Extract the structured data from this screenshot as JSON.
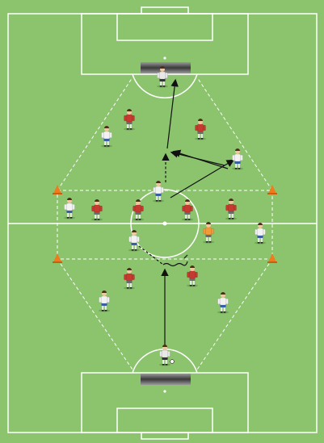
{
  "diagram": {
    "type": "football-training-drill",
    "pitch_color": "#8cc46e",
    "line_color": "#ffffff",
    "colors": {
      "white_team_shirt": "#f2f2f2",
      "white_team_shorts": "#3a5fa8",
      "red_team_shirt": "#c63b30",
      "red_team_shorts": "#6b6b6b",
      "orange_player": "#f39b3a",
      "goalkeeper": "#e8e8e8",
      "cone": "#f07a1c"
    },
    "players": [
      {
        "team": "white",
        "role": "goalkeeper",
        "icon": "player-icon"
      },
      {
        "team": "white",
        "role": "goalkeeper",
        "icon": "player-icon"
      },
      {
        "team": "white",
        "role": "outfield",
        "icon": "player-icon"
      },
      {
        "team": "white",
        "role": "outfield",
        "icon": "player-icon"
      },
      {
        "team": "white",
        "role": "outfield",
        "icon": "player-icon"
      },
      {
        "team": "white",
        "role": "outfield",
        "icon": "player-icon"
      },
      {
        "team": "white",
        "role": "outfield",
        "icon": "player-icon"
      },
      {
        "team": "white",
        "role": "outfield",
        "icon": "player-icon"
      },
      {
        "team": "white",
        "role": "outfield",
        "icon": "player-icon"
      },
      {
        "team": "white",
        "role": "outfield",
        "icon": "player-icon"
      },
      {
        "team": "red",
        "role": "outfield",
        "icon": "player-icon"
      },
      {
        "team": "red",
        "role": "outfield",
        "icon": "player-icon"
      },
      {
        "team": "red",
        "role": "outfield",
        "icon": "player-icon"
      },
      {
        "team": "red",
        "role": "outfield",
        "icon": "player-icon"
      },
      {
        "team": "red",
        "role": "outfield",
        "icon": "player-icon"
      },
      {
        "team": "red",
        "role": "outfield",
        "icon": "player-icon"
      },
      {
        "team": "red",
        "role": "outfield",
        "icon": "player-icon"
      },
      {
        "team": "red",
        "role": "outfield",
        "icon": "player-icon"
      },
      {
        "team": "orange",
        "role": "neutral",
        "icon": "player-icon"
      }
    ],
    "cones": 4,
    "arrows": {
      "pass": "solid-arrow",
      "run": "dashed-arrow",
      "dribble": "wavy-line"
    }
  }
}
